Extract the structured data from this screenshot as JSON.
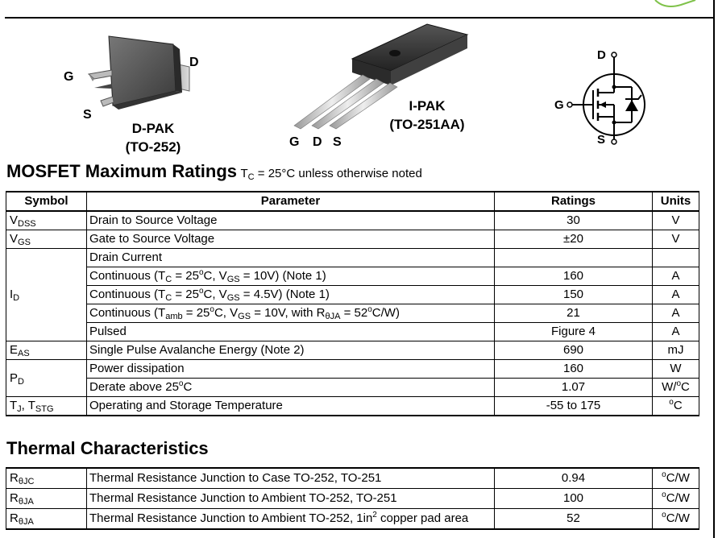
{
  "packages": {
    "dpak": {
      "name": "D-PAK",
      "code": "(TO-252)",
      "pin_g": "G",
      "pin_s": "S",
      "pin_d": "D"
    },
    "ipak": {
      "name": "I-PAK",
      "code": "(TO-251AA)",
      "pin_g": "G",
      "pin_d": "D",
      "pin_s": "S"
    },
    "symbol": {
      "pin_d": "D",
      "pin_g": "G",
      "pin_s": "S"
    }
  },
  "ratings": {
    "title": "MOSFET Maximum Ratings",
    "condition_pre": "T",
    "condition_sub": "C",
    "condition_post": " = 25°C unless otherwise noted",
    "headers": {
      "symbol": "Symbol",
      "parameter": "Parameter",
      "ratings": "Ratings",
      "units": "Units"
    },
    "vdss": {
      "sym": "V",
      "sub": "DSS",
      "param": "Drain to Source Voltage",
      "value": "30",
      "unit": "V"
    },
    "vgs": {
      "sym": "V",
      "sub": "GS",
      "param": "Gate to Source Voltage",
      "value": "±20",
      "unit": "V"
    },
    "id": {
      "sym": "I",
      "sub": "D",
      "r0": {
        "param": "Drain Current"
      },
      "r1": {
        "value": "160",
        "unit": "A"
      },
      "r2": {
        "value": "150",
        "unit": "A"
      },
      "r3": {
        "value": "21",
        "unit": "A"
      },
      "r4": {
        "param": "Pulsed",
        "value": "Figure 4",
        "unit": "A"
      }
    },
    "eas": {
      "sym": "E",
      "sub": "AS",
      "param": "Single Pulse Avalanche Energy (Note 2)",
      "value": "690",
      "unit": "mJ"
    },
    "pd": {
      "sym": "P",
      "sub": "D",
      "r1": {
        "param": "Power dissipation",
        "value": "160",
        "unit": "W"
      },
      "r2": {
        "param_pre": "Derate above 25",
        "param_sup": "o",
        "param_post": "C",
        "value": "1.07",
        "unit_pre": "W/",
        "unit_sup": "o",
        "unit_post": "C"
      }
    },
    "tj": {
      "sym1": "T",
      "sub1": "J",
      "sep": ", ",
      "sym2": "T",
      "sub2": "STG",
      "param": "Operating and Storage Temperature",
      "value": "-55 to 175",
      "unit_sup": "o",
      "unit_post": "C"
    }
  },
  "thermal": {
    "title": "Thermal Characteristics",
    "rows": [
      {
        "sym": "R",
        "sub": "θJC",
        "param": "Thermal Resistance Junction to Case TO-252, TO-251",
        "value": "0.94",
        "unit_sup": "o",
        "unit_post": "C/W"
      },
      {
        "sym": "R",
        "sub": "θJA",
        "param": "Thermal Resistance Junction to Ambient TO-252, TO-251",
        "value": "100",
        "unit_sup": "o",
        "unit_post": "C/W"
      },
      {
        "sym": "R",
        "sub": "θJA",
        "param_pre": "Thermal Resistance Junction to Ambient TO-252, 1in",
        "param_sup": "2",
        "param_post": " copper pad area",
        "value": "52",
        "unit_sup": "o",
        "unit_post": "C/W"
      }
    ]
  }
}
